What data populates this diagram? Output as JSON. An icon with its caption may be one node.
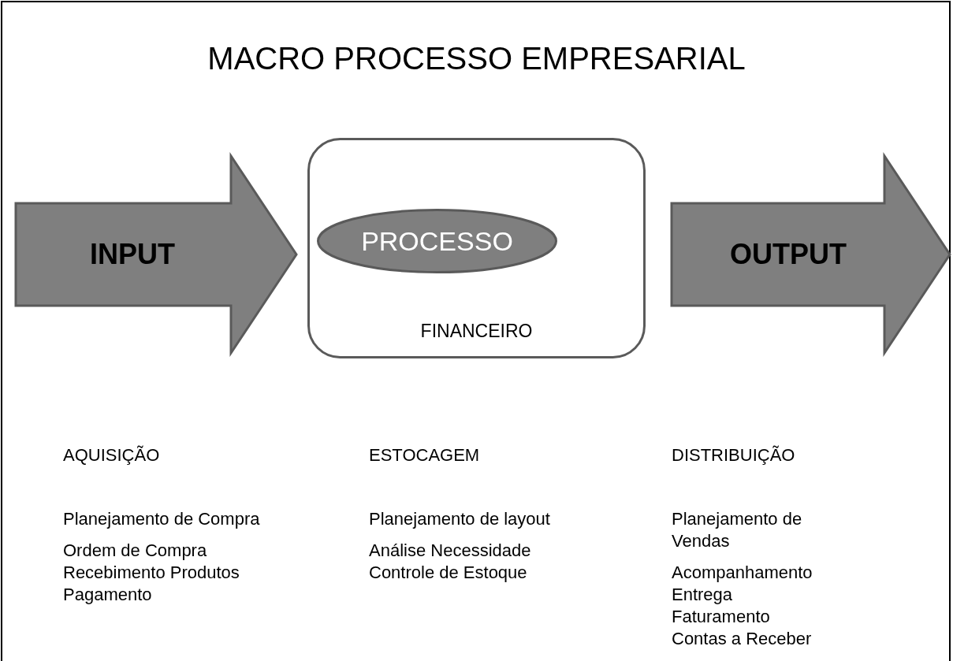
{
  "diagram": {
    "title": "MACRO PROCESSO EMPRESARIAL",
    "nodes": [
      {
        "text": [
          "INPUT"
        ]
      },
      {
        "text": [
          "FINANCEIRO"
        ]
      },
      {
        "text": [
          "PROCESSO"
        ],
        "in": 1
      },
      {
        "text": [
          "OUTPUT"
        ]
      }
    ],
    "labels": [
      "AQUISIÇÃO",
      "ESTOCAGEM",
      "DISTRIBUIÇÃO",
      "Planejamento de Compra",
      "Planejamento de layout",
      "Planejamento de Vendas",
      "Ordem de Compra",
      "Análise Necessidade",
      "Acompanhamento",
      "Recebimento Produtos",
      "Controle de Estoque",
      "Entrega",
      "Pagamento",
      "Faturamento",
      "Contas a Receber"
    ]
  }
}
